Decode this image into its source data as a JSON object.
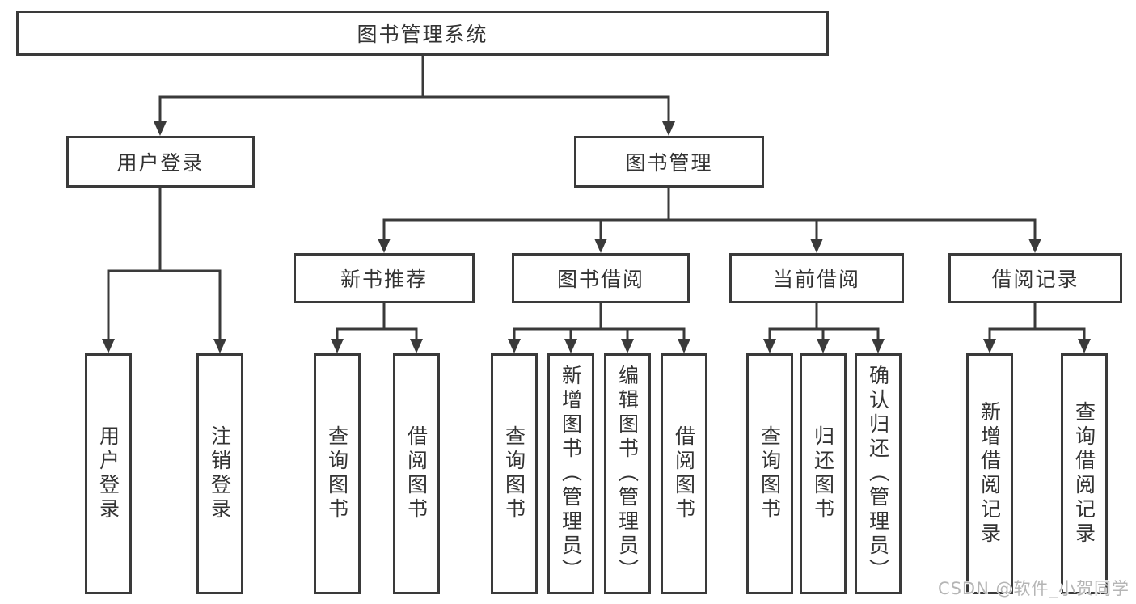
{
  "root": {
    "label": "图书管理系统"
  },
  "level2": [
    {
      "label": "用户登录"
    },
    {
      "label": "图书管理"
    }
  ],
  "level3": [
    {
      "label": "新书推荐"
    },
    {
      "label": "图书借阅"
    },
    {
      "label": "当前借阅"
    },
    {
      "label": "借阅记录"
    }
  ],
  "level4": {
    "user_login": [
      {
        "label": "用户登录"
      },
      {
        "label": "注销登录"
      }
    ],
    "new_book_recommend": [
      {
        "label": "查询图书"
      },
      {
        "label": "借阅图书"
      }
    ],
    "book_borrow": [
      {
        "label": "查询图书"
      },
      {
        "label": "新增图书（管理员）"
      },
      {
        "label": "编辑图书（管理员）"
      },
      {
        "label": "借阅图书"
      }
    ],
    "current_borrow": [
      {
        "label": "查询图书"
      },
      {
        "label": "归还图书"
      },
      {
        "label": "确认归还（管理员）"
      }
    ],
    "borrow_record": [
      {
        "label": "新增借阅记录"
      },
      {
        "label": "查询借阅记录"
      }
    ]
  },
  "watermark": "CSDN @软件_小贺同学",
  "colors": {
    "line": "#3a3a3a",
    "text": "#333333",
    "watermark": "#b5b5b5",
    "background": "#ffffff"
  }
}
